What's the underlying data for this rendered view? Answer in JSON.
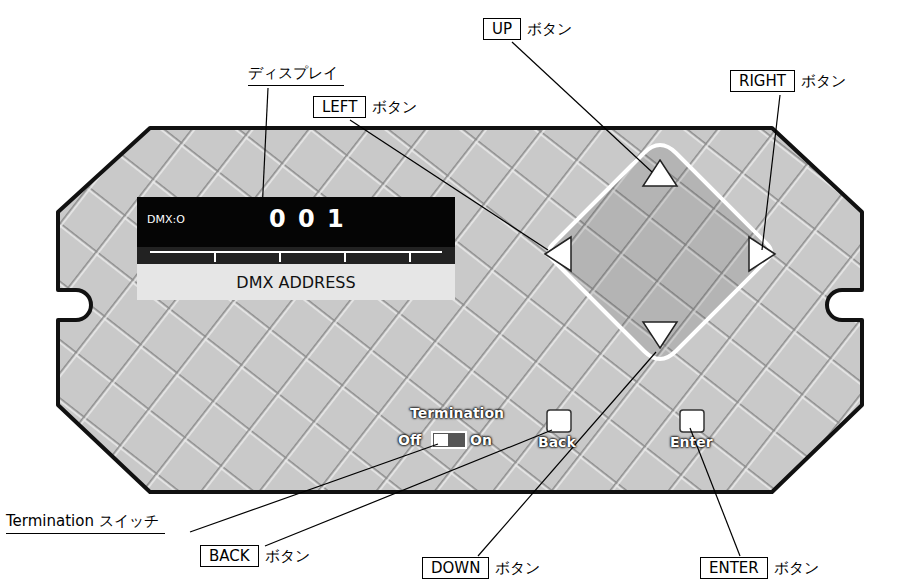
{
  "diagram": {
    "nodes": [
      {
        "text": [
          "DMX:O",
          "0 0 1"
        ]
      },
      {
        "text": [
          "DMX ADDRESS"
        ]
      },
      {
        "text": [
          "UP",
          "ボタン"
        ]
      },
      {
        "text": [
          "LEFT",
          "ボタン"
        ]
      },
      {
        "text": [
          "RIGHT",
          "ボタン"
        ]
      },
      {
        "text": [
          "BACK",
          "ボタン"
        ]
      },
      {
        "text": [
          "DOWN",
          "ボタン"
        ]
      },
      {
        "text": [
          "ENTER",
          "ボタン"
        ]
      }
    ],
    "labels": [
      "ディスプレイ",
      "Termination",
      "Off",
      "On",
      "Back",
      "Enter",
      "Termination スイッチ"
    ]
  }
}
